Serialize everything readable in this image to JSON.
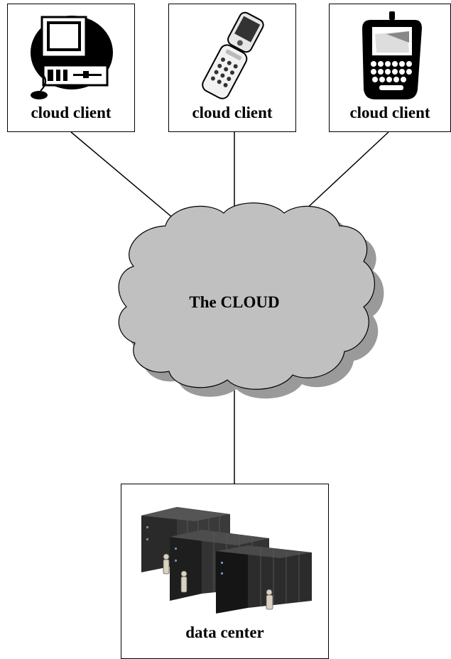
{
  "clients": [
    {
      "label": "cloud client",
      "icon": "desktop-computer-icon"
    },
    {
      "label": "cloud client",
      "icon": "flip-phone-icon"
    },
    {
      "label": "cloud client",
      "icon": "smartphone-icon"
    }
  ],
  "cloud": {
    "label": "The CLOUD",
    "fill": "#c0c0c0",
    "shadow": "#9a9a9a"
  },
  "datacenter": {
    "label": "data center",
    "icon": "server-racks-icon"
  }
}
